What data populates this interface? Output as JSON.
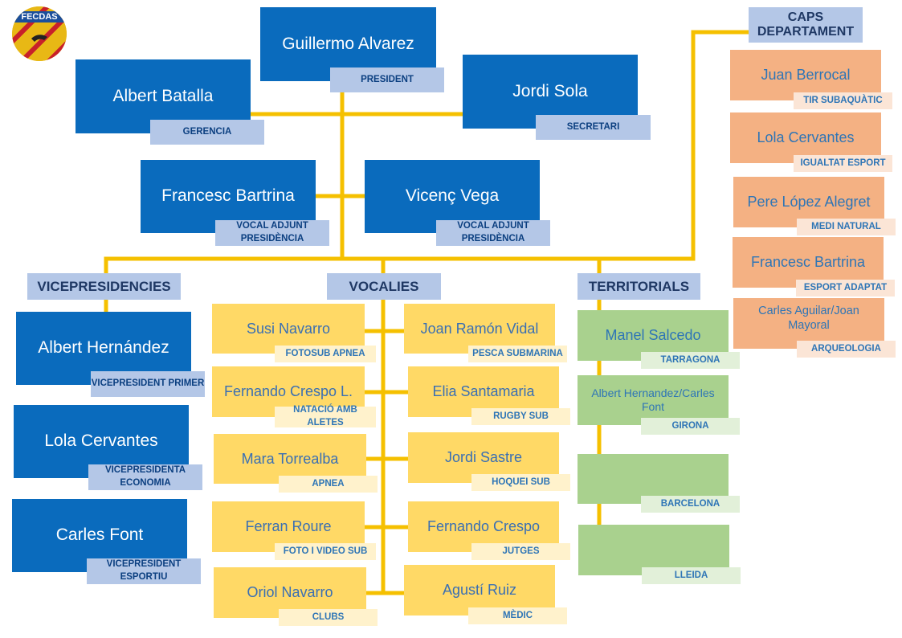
{
  "logo": {
    "text": "FECDAS"
  },
  "colors": {
    "blue_box": "#0a6bbd",
    "blue_tag": "#b4c7e7",
    "yellow_box": "#ffd966",
    "yellow_tag": "#fff2cc",
    "green_box": "#a9d18e",
    "green_tag": "#e2f0d9",
    "orange_box": "#f4b183",
    "orange_tag": "#fbe5d6",
    "connector": "#f5c000"
  },
  "top": {
    "president": {
      "name": "Guillermo Alvarez",
      "role": "PRESIDENT"
    },
    "gerencia": {
      "name": "Albert Batalla",
      "role": "GERENCIA"
    },
    "secretari": {
      "name": "Jordi Sola",
      "role": "SECRETARI"
    },
    "vocal1": {
      "name": "Francesc Bartrina",
      "role": "VOCAL ADJUNT PRESIDÈNCIA"
    },
    "vocal2": {
      "name": "Vicenç Vega",
      "role": "VOCAL ADJUNT PRESIDÈNCIA"
    }
  },
  "sections": {
    "vicepresidencies": "VICEPRESIDENCIES",
    "vocalies": "VOCALIES",
    "territorials": "TERRITORIALS",
    "caps": "CAPS DEPARTAMENT"
  },
  "vicepresidencies": [
    {
      "name": "Albert Hernández",
      "role": "VICEPRESIDENT PRIMER"
    },
    {
      "name": "Lola Cervantes",
      "role": "VICEPRESIDENTA ECONOMIA"
    },
    {
      "name": "Carles Font",
      "role": "VICEPRESIDENT ESPORTIU"
    }
  ],
  "vocalies": [
    {
      "name": "Susi Navarro",
      "role": "FOTOSUB APNEA"
    },
    {
      "name": "Joan Ramón Vidal",
      "role": "PESCA SUBMARINA"
    },
    {
      "name": "Fernando Crespo L.",
      "role": "NATACIÓ AMB ALETES"
    },
    {
      "name": "Elia Santamaria",
      "role": "RUGBY SUB"
    },
    {
      "name": "Mara Torrealba",
      "role": "APNEA"
    },
    {
      "name": "Jordi Sastre",
      "role": "HOQUEI SUB"
    },
    {
      "name": "Ferran Roure",
      "role": "FOTO I VIDEO SUB"
    },
    {
      "name": "Fernando Crespo",
      "role": "JUTGES"
    },
    {
      "name": "Oriol Navarro",
      "role": "CLUBS"
    },
    {
      "name": "Agustí Ruiz",
      "role": "MÈDIC"
    }
  ],
  "territorials": [
    {
      "name": "Manel Salcedo",
      "role": "TARRAGONA"
    },
    {
      "name": "Albert Hernandez/Carles Font",
      "role": "GIRONA"
    },
    {
      "name": "",
      "role": "BARCELONA"
    },
    {
      "name": "",
      "role": "LLEIDA"
    }
  ],
  "caps": [
    {
      "name": "Juan Berrocal",
      "role": "TIR SUBAQUÀTIC"
    },
    {
      "name": "Lola Cervantes",
      "role": "IGUALTAT ESPORT"
    },
    {
      "name": "Pere López Alegret",
      "role": "MEDI NATURAL"
    },
    {
      "name": "Francesc Bartrina",
      "role": "ESPORT ADAPTAT"
    },
    {
      "name": "Carles Aguilar/Joan Mayoral",
      "role": "ARQUEOLOGIA"
    }
  ]
}
